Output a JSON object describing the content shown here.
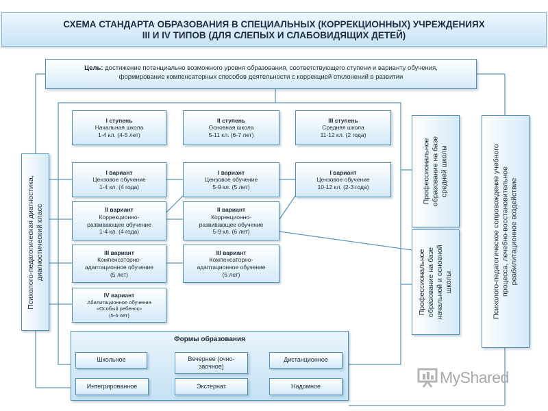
{
  "title": {
    "line1": "СХЕМА СТАНДАРТА ОБРАЗОВАНИЯ В СПЕЦИАЛЬНЫХ (КОРРЕКЦИОННЫХ) УЧРЕЖДЕНИЯХ",
    "line2": "III И IV ТИПОВ (ДЛЯ СЛЕПЫХ И СЛАБОВИДЯЩИХ ДЕТЕЙ)"
  },
  "goal": {
    "label": "Цель:",
    "line1": "достижение потенциально возможного уровня образования, соответствующего ступени и варианту обучения,",
    "line2": "формирование компенсаторных способов деятельности с коррекцией отклонений в развитии"
  },
  "stages": [
    {
      "name": "I ступень",
      "school": "Начальная школа",
      "years": "1-4 кл. (4-5 лет)"
    },
    {
      "name": "II ступень",
      "school": "Основная школа",
      "years": "5-11 кл. (6-7 лет)"
    },
    {
      "name": "III ступень",
      "school": "Средняя школа",
      "years": "11-12 кл. (2 года)"
    }
  ],
  "variants": {
    "col1": [
      {
        "name": "I вариант",
        "line1": "Цензовое обучение",
        "line2": "1-4 кл. (4 года)"
      },
      {
        "name": "II вариант",
        "line1": "Коррекционно-",
        "line2": "развивающее обучение",
        "line3": "1-4 кл. (4 года)"
      },
      {
        "name": "III вариант",
        "line1": "Компенсаторно-",
        "line2": "адаптационное обучение",
        "line3": "(5 лет)"
      },
      {
        "name": "IV вариант",
        "line1": "Абилитационное обучение",
        "line2": "«Особый ребенок»",
        "line3": "(5-6 лет)"
      }
    ],
    "col2": [
      {
        "name": "I вариант",
        "line1": "Цензовое обучение",
        "line2": "5-9 кл. (5 лет)"
      },
      {
        "name": "II вариант",
        "line1": "Коррекционно-",
        "line2": "развивающее обучение",
        "line3": "5-9 кл. (6 лет)"
      },
      {
        "name": "III вариант",
        "line1": "Компенсаторно-",
        "line2": "адаптационное обучение",
        "line3": "(5 лет)"
      }
    ],
    "col3": [
      {
        "name": "I вариант",
        "line1": "Цензовое обучение",
        "line2": "10-12 кл. (2-3 года)"
      }
    ]
  },
  "left_vertical": {
    "line1": "Психолого-педагогическая диагностика,",
    "line2": "диагностический класс"
  },
  "prof_top": {
    "line1": "Профессиональное",
    "line2": "образование на базе",
    "line3": "средней школы"
  },
  "prof_bottom": {
    "line1": "Профессиональное",
    "line2": "образование на базе",
    "line3": "начальной и основной",
    "line4": "школы"
  },
  "right_vertical": {
    "line1": "Психолого-педагогическое сопровождение учебного",
    "line2": "процесса, лечебно-восстановительное",
    "line3": "реабилитационное воздействие"
  },
  "forms": {
    "title": "Формы образования",
    "items": [
      "Школьное",
      "Вечернее (очно-",
      "заочное)",
      "Дистанционное",
      "Интегрированное",
      "Экстернат",
      "Надомное"
    ]
  },
  "watermark": {
    "text": "MyShared"
  },
  "colors": {
    "border": "#4f8fb8",
    "line": "#4f8fb8",
    "fill_top": "#ffffff",
    "fill_bottom": "#d4eaf8"
  }
}
